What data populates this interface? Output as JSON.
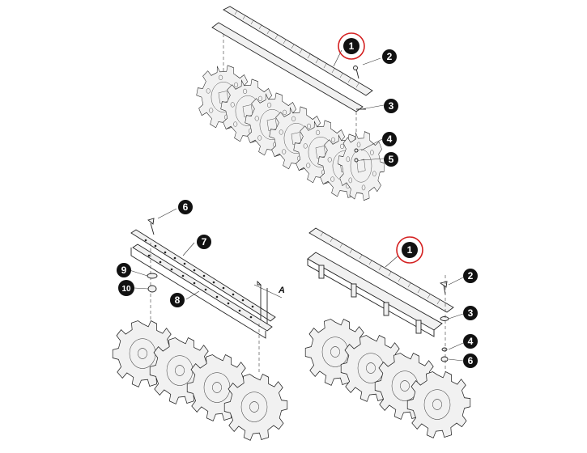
{
  "callouts": {
    "top": {
      "c1": "1",
      "c2": "2",
      "c3": "3",
      "c4": "4",
      "c5": "5"
    },
    "left": {
      "c6": "6",
      "c7": "7",
      "c8": "8",
      "c9": "9",
      "c10": "10"
    },
    "right": {
      "c1": "1",
      "c2": "2",
      "c3": "3",
      "c4": "4",
      "c6": "6"
    }
  },
  "dimension_label": "A",
  "colors": {
    "highlight": "#d42020",
    "callout": "#111111"
  }
}
